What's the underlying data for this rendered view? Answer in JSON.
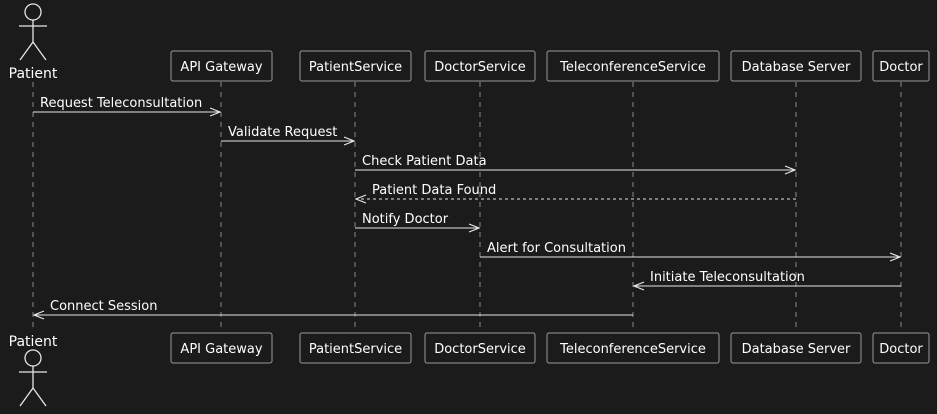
{
  "participants": [
    {
      "id": "patient",
      "label": "Patient",
      "kind": "actor"
    },
    {
      "id": "api",
      "label": "API Gateway",
      "kind": "box"
    },
    {
      "id": "patientsvc",
      "label": "PatientService",
      "kind": "box"
    },
    {
      "id": "doctorsvc",
      "label": "DoctorService",
      "kind": "box"
    },
    {
      "id": "telesvc",
      "label": "TeleconferenceService",
      "kind": "box"
    },
    {
      "id": "db",
      "label": "Database Server",
      "kind": "box"
    },
    {
      "id": "doctor",
      "label": "Doctor",
      "kind": "box"
    }
  ],
  "messages": [
    {
      "from": "patient",
      "to": "api",
      "label": "Request Teleconsultation",
      "style": "solid"
    },
    {
      "from": "api",
      "to": "patientsvc",
      "label": "Validate Request",
      "style": "solid"
    },
    {
      "from": "patientsvc",
      "to": "db",
      "label": "Check Patient Data",
      "style": "solid"
    },
    {
      "from": "db",
      "to": "patientsvc",
      "label": "Patient Data Found",
      "style": "dashed"
    },
    {
      "from": "patientsvc",
      "to": "doctorsvc",
      "label": "Notify Doctor",
      "style": "solid"
    },
    {
      "from": "doctorsvc",
      "to": "doctor",
      "label": "Alert for Consultation",
      "style": "solid"
    },
    {
      "from": "doctor",
      "to": "telesvc",
      "label": "Initiate Teleconsultation",
      "style": "solid"
    },
    {
      "from": "telesvc",
      "to": "patient",
      "label": "Connect Session",
      "style": "solid"
    }
  ],
  "colors": {
    "background": "#1b1b1b",
    "line": "#e6e6e6",
    "lifeline": "#8a8a8a",
    "box_border": "#9a9a9a",
    "box_fill": "#1b1b1b",
    "text": "#ffffff"
  }
}
